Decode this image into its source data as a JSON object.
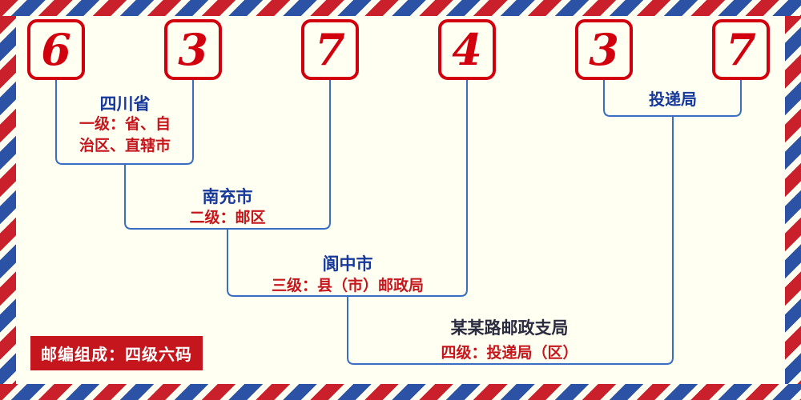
{
  "colors": {
    "background": "#fffff2",
    "digit_red": "#d2000e",
    "line_blue": "#3a6ec2",
    "name_blue": "#16399b",
    "desc_red": "#c5161d",
    "badge_bg": "#c5161d",
    "badge_text": "#ffffff",
    "stripe_red": "#c9202c",
    "stripe_blue": "#2b52a5"
  },
  "digits": [
    "6",
    "3",
    "7",
    "4",
    "3",
    "7"
  ],
  "levels": [
    {
      "name": "四川省",
      "desc": "一级：省、自治区、直辖市"
    },
    {
      "name": "南充市",
      "desc": "二级：邮区"
    },
    {
      "name": "阆中市",
      "desc": "三级：县（市）邮政局"
    },
    {
      "name": "某某路邮政支局",
      "desc": "四级：投递局（区）"
    },
    {
      "name": "投递局"
    }
  ],
  "badge": {
    "text": "邮编组成：四级六码"
  }
}
